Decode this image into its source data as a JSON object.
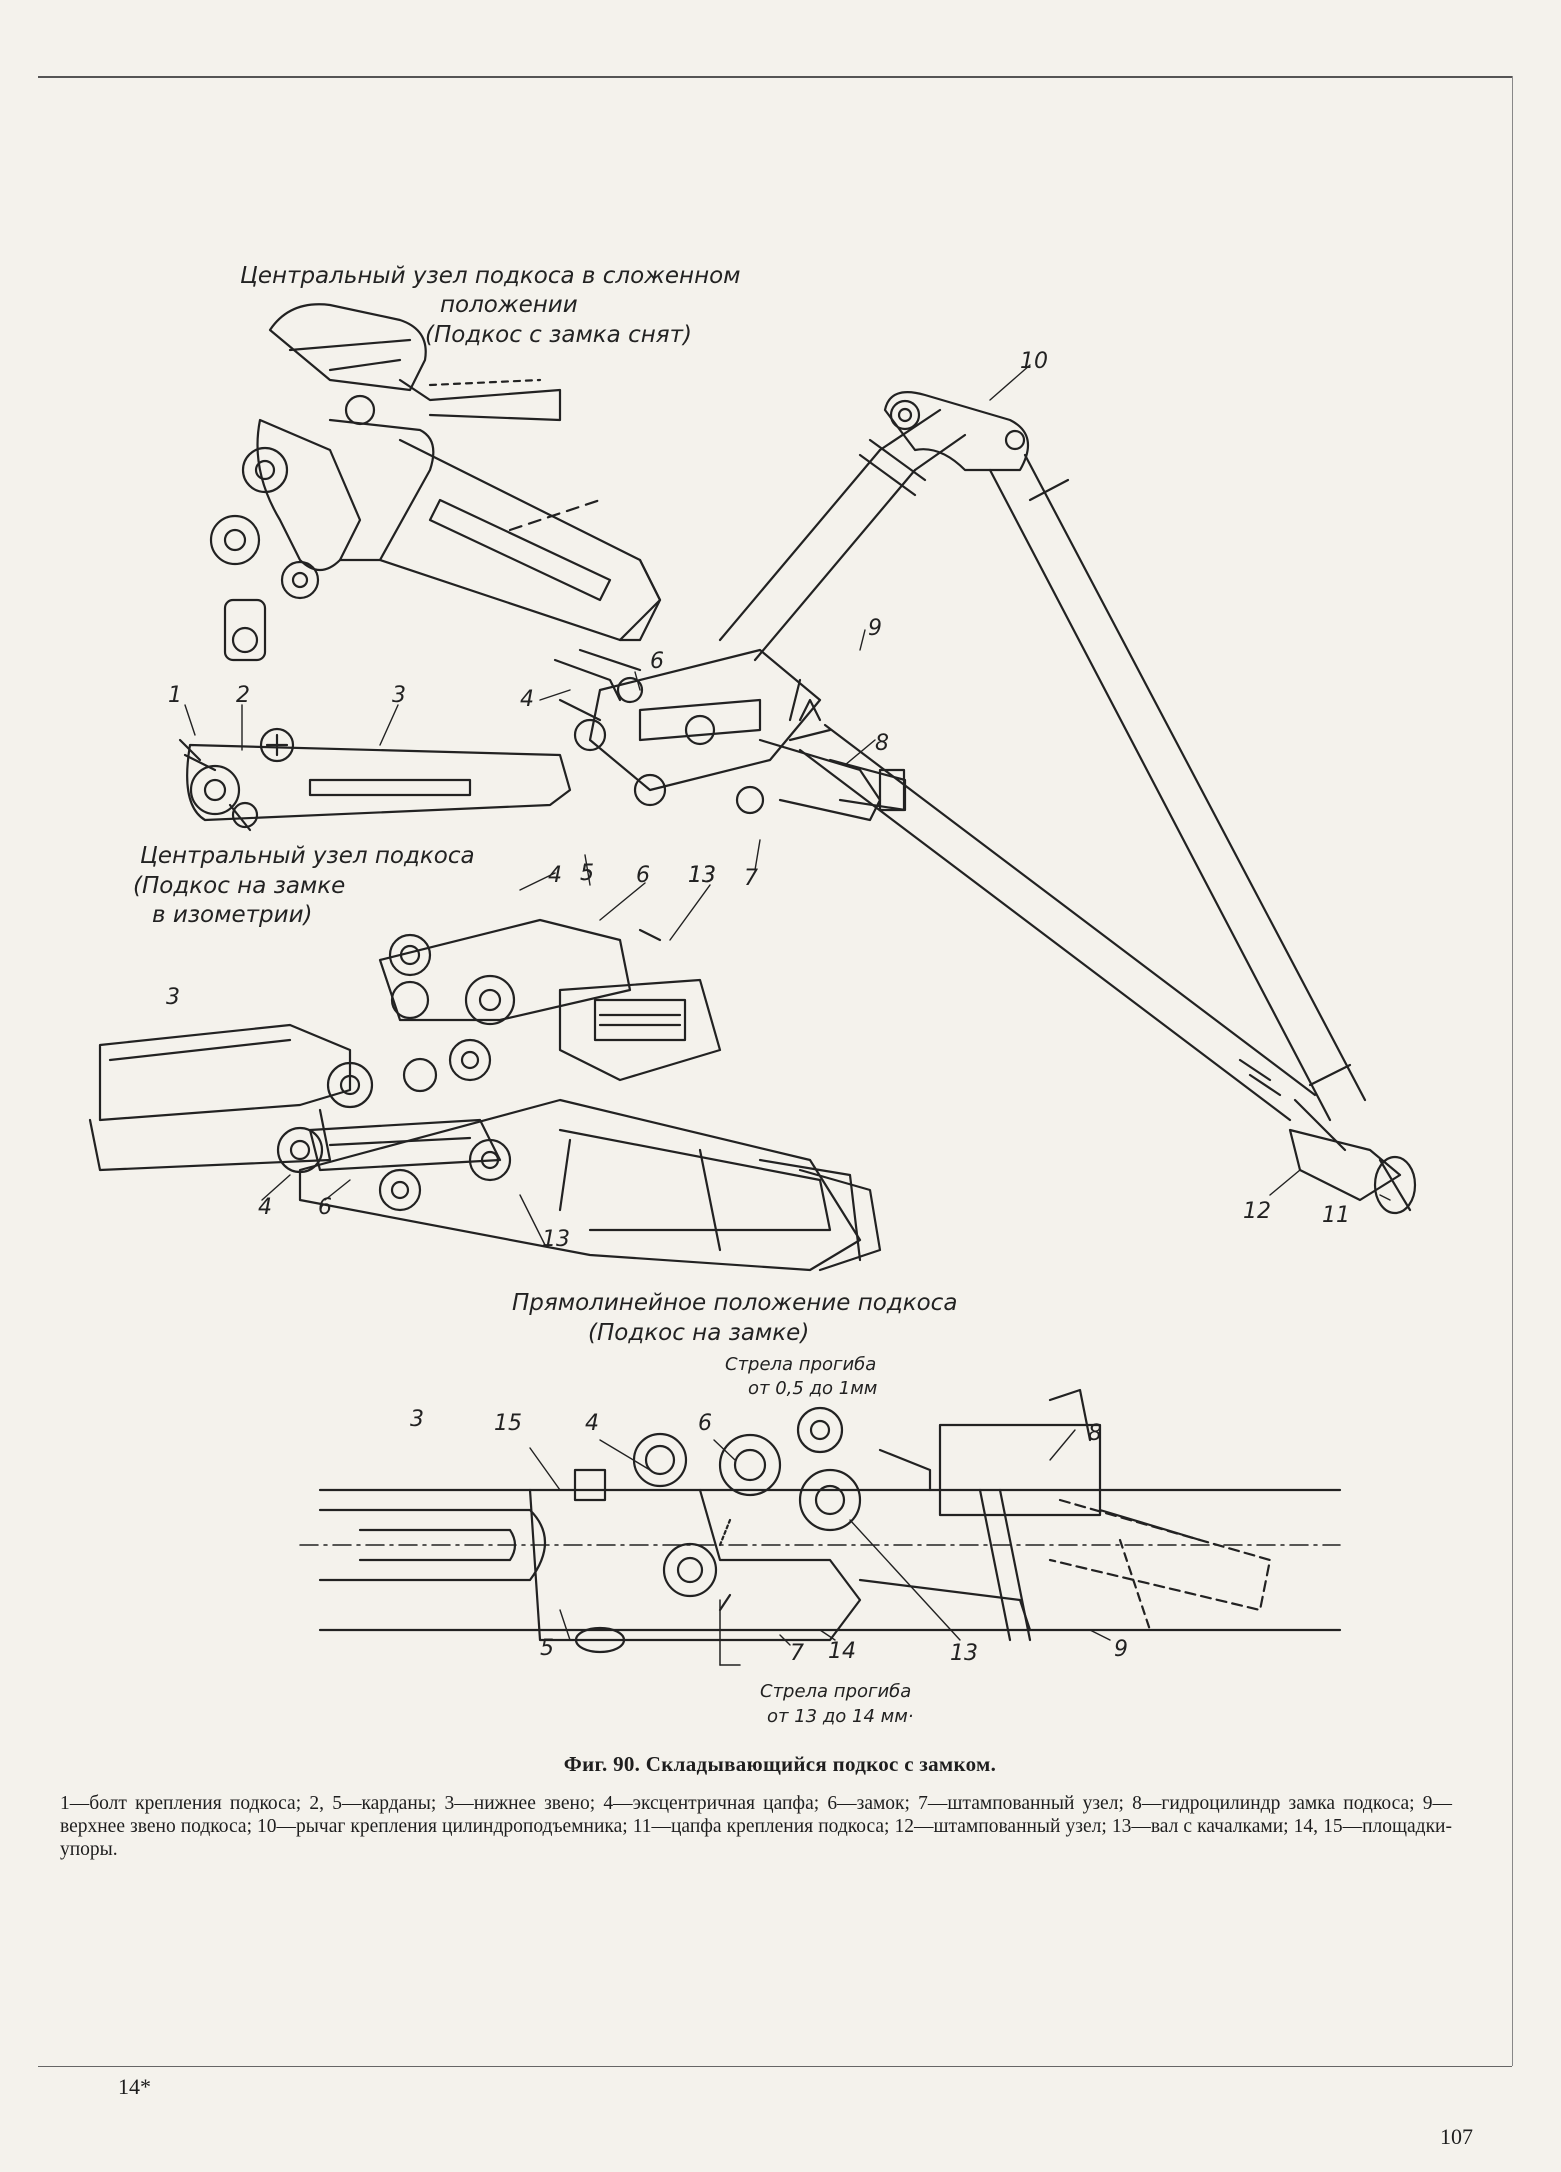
{
  "labels": {
    "folded_title": [
      "Центральный узел подкоса в сложенном",
      "положении",
      "(Подкос с замка снят)"
    ],
    "iso_title": [
      "Центральный узел подкоса",
      "(Подкос на замке",
      "в изометрии)"
    ],
    "straight_title": [
      "Прямолинейное положение подкоса",
      "(Подкос на замке)"
    ],
    "deflection_small": [
      "Стрела прогиба",
      "от 0,5 до 1мм"
    ],
    "deflection_large": [
      "Стрела прогиба",
      "от 13 до 14 мм·"
    ]
  },
  "callouts": {
    "main": [
      "1",
      "2",
      "3",
      "4",
      "6",
      "8",
      "9",
      "10",
      "5",
      "7",
      "13",
      "12",
      "11"
    ],
    "iso": [
      "4",
      "5",
      "6",
      "13",
      "3",
      "4",
      "6",
      "13"
    ],
    "straight": [
      "3",
      "15",
      "4",
      "6",
      "8",
      "5",
      "7",
      "14",
      "13",
      "9"
    ]
  },
  "caption": "Фиг. 90. Складывающийся подкос с замком.",
  "legend": "1—болт крепления подкоса; 2, 5—карданы; 3—нижнее звено; 4—эксцентричная цапфа; 6—замок; 7—штампованный узел; 8—гидроцилиндр замка подкоса; 9—верхнее звено подкоса; 10—рычаг крепления цилиндроподъемника; 11—цапфа крепления подкоса; 12—штампованный узел; 13—вал с качалками; 14, 15—площадки-упоры.",
  "page_marks": {
    "signature": "14*",
    "page_number": "107"
  },
  "colors": {
    "paper": "#f4f2ec",
    "ink": "#1e1e1e"
  }
}
